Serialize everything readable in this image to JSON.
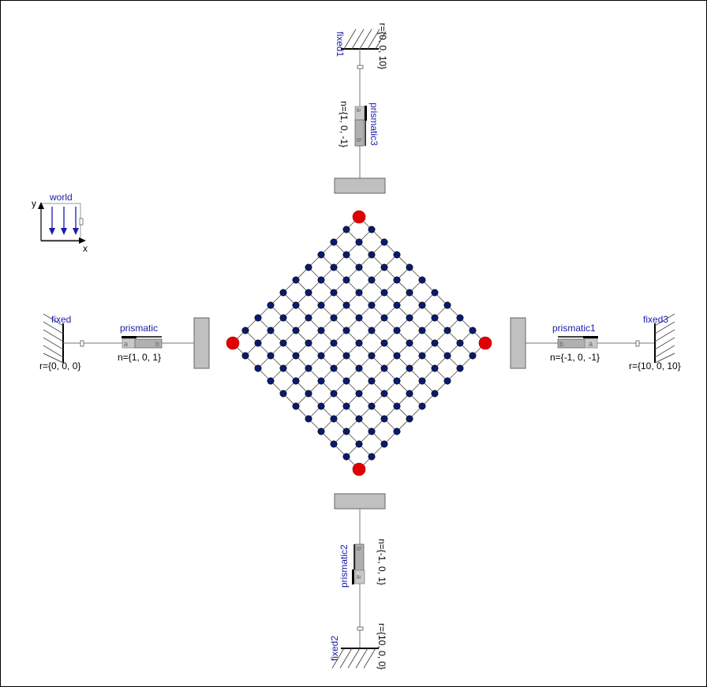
{
  "world": {
    "name": "world",
    "x_label": "x",
    "y_label": "y"
  },
  "fixed_left": {
    "name": "fixed",
    "param": "r={0, 0, 0}"
  },
  "fixed_right": {
    "name": "fixed3",
    "param": "r={10, 0, 10}"
  },
  "fixed_top": {
    "name": "fixed1",
    "param": "r={0, 0, 10}"
  },
  "fixed_bottom": {
    "name": "fixed2",
    "param": "r={10, 0, 0}"
  },
  "prismatic_left": {
    "name": "prismatic",
    "param": "n={1, 0, 1}",
    "port_a": "a",
    "port_b": "b"
  },
  "prismatic_right": {
    "name": "prismatic1",
    "param": "n={-1, 0, -1}",
    "port_a": "a",
    "port_b": "b"
  },
  "prismatic_top": {
    "name": "prismatic3",
    "param": "n={1, 0, -1}",
    "port_a": "a",
    "port_b": "b"
  },
  "prismatic_bottom": {
    "name": "prismatic2",
    "param": "n={-1, 0, 1}",
    "port_a": "a",
    "port_b": "b"
  },
  "lattice": {
    "size": 11,
    "node_color": "#0a1a6e",
    "corner_color": "#e00000"
  },
  "colors": {
    "label_blue": "#1a1aaa",
    "body_gray": "#c0c0c0",
    "frame": "#000000"
  }
}
